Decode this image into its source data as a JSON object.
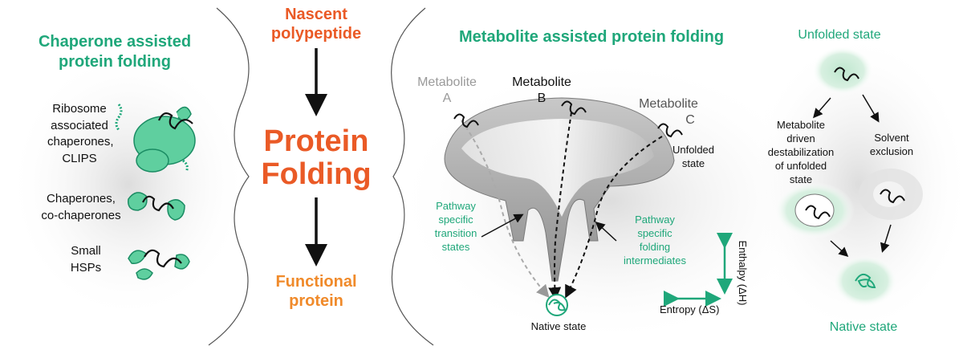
{
  "left_panel": {
    "title_line1": "Chaperone assisted",
    "title_line2": "protein folding",
    "items": [
      {
        "lines": [
          "Ribosome",
          "associated",
          "chaperones,",
          "CLIPS"
        ]
      },
      {
        "lines": [
          "Chaperones,",
          "co-chaperones"
        ]
      },
      {
        "lines": [
          "Small",
          "HSPs"
        ]
      }
    ]
  },
  "center_panel": {
    "top_line1": "Nascent",
    "top_line2": "polypeptide",
    "main_line1": "Protein",
    "main_line2": "Folding",
    "bottom_line1": "Functional",
    "bottom_line2": "protein"
  },
  "landscape_panel": {
    "title": "Metabolite assisted protein folding",
    "metabolites": [
      {
        "name": "Metabolite",
        "letter": "A"
      },
      {
        "name": "Metabolite",
        "letter": "B"
      },
      {
        "name": "Metabolite",
        "letter": "C"
      }
    ],
    "unfolded_line1": "Unfolded",
    "unfolded_line2": "state",
    "transition_lines": [
      "Pathway",
      "specific",
      "transition",
      "states"
    ],
    "intermediate_lines": [
      "Pathway",
      "specific",
      "folding",
      "intermediates"
    ],
    "native_state": "Native state",
    "enthalpy": "Enthalpy (ΔH)",
    "entropy": "Entropy (ΔS)"
  },
  "right_panel": {
    "unfolded_state": "Unfolded state",
    "left_branch_lines": [
      "Metabolite",
      "driven",
      "destabilization",
      "of unfolded",
      "state"
    ],
    "right_branch": "Solvent",
    "right_branch2": "exclusion",
    "native_state": "Native state"
  },
  "colors": {
    "green": "#1fa77a",
    "orange": "#ea5a26",
    "amber": "#f08a2a",
    "chaperone_fill": "#5fcf9f"
  }
}
